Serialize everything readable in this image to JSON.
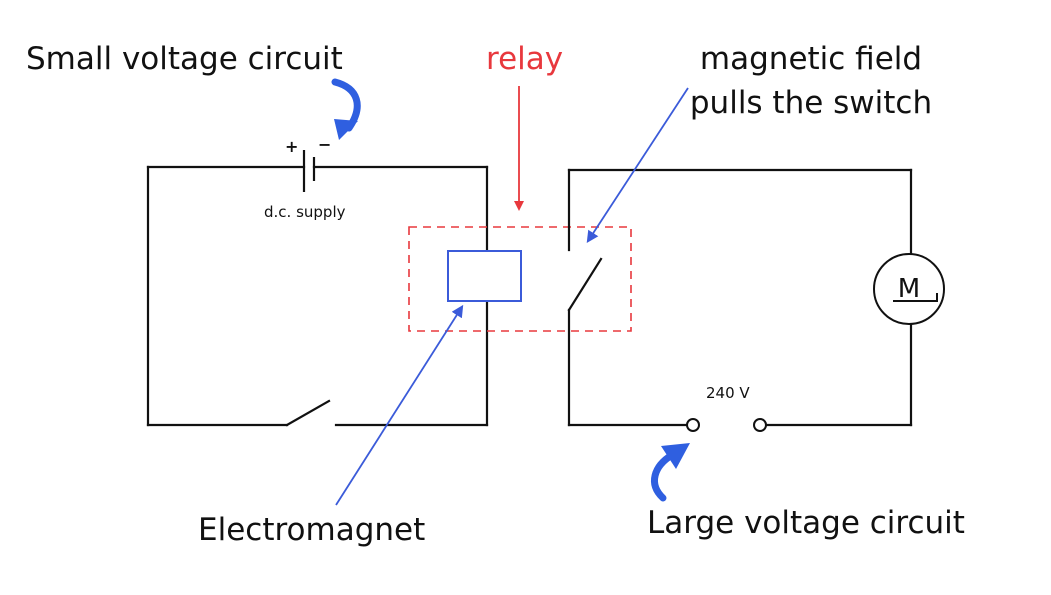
{
  "labels": {
    "small_circuit": "Small voltage circuit",
    "relay": "relay",
    "magnetic_field_line1": "magnetic field",
    "magnetic_field_line2": "pulls the switch",
    "dc_supply": "d.c. supply",
    "plus": "+",
    "minus": "−",
    "voltage": "240 V",
    "motor": "M",
    "electromagnet": "Electromagnet",
    "large_circuit": "Large voltage circuit"
  },
  "colors": {
    "relay_red": "#e8383d",
    "pointer_blue": "#3b5bd9",
    "curved_arrow_blue": "#2f5fe0",
    "wire_black": "#111111"
  }
}
